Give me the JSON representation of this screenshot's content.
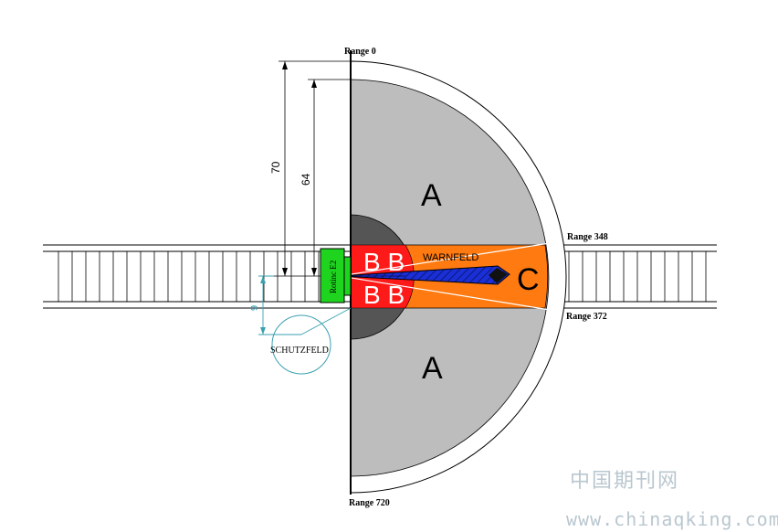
{
  "labels": {
    "range_0": "Range 0",
    "range_348": "Range 348",
    "range_372": "Range 372",
    "range_720": "Range 720",
    "zone_a_top": "A",
    "zone_a_bottom": "A",
    "zone_b_top": "B B",
    "zone_b_bottom": "B B",
    "zone_c": "C",
    "warnfeld": "WARNFELD",
    "schutzfeld": "SCHUTZFELD",
    "sensor": "Rotinc E2",
    "dim_70": "70",
    "dim_64": "64",
    "dim_9": "9"
  },
  "watermark": {
    "chinese": "中国期刊网",
    "url": "www.chinaqking.com"
  },
  "colors": {
    "zone_a": "#bdbdbd",
    "zone_b_outer": "#555555",
    "zone_b_inner": "#ff1a1a",
    "zone_c": "#ff7a10",
    "sensor": "#1fd41f",
    "beam": "#1a2fd6",
    "protective_circle": "#3aa0b0"
  }
}
